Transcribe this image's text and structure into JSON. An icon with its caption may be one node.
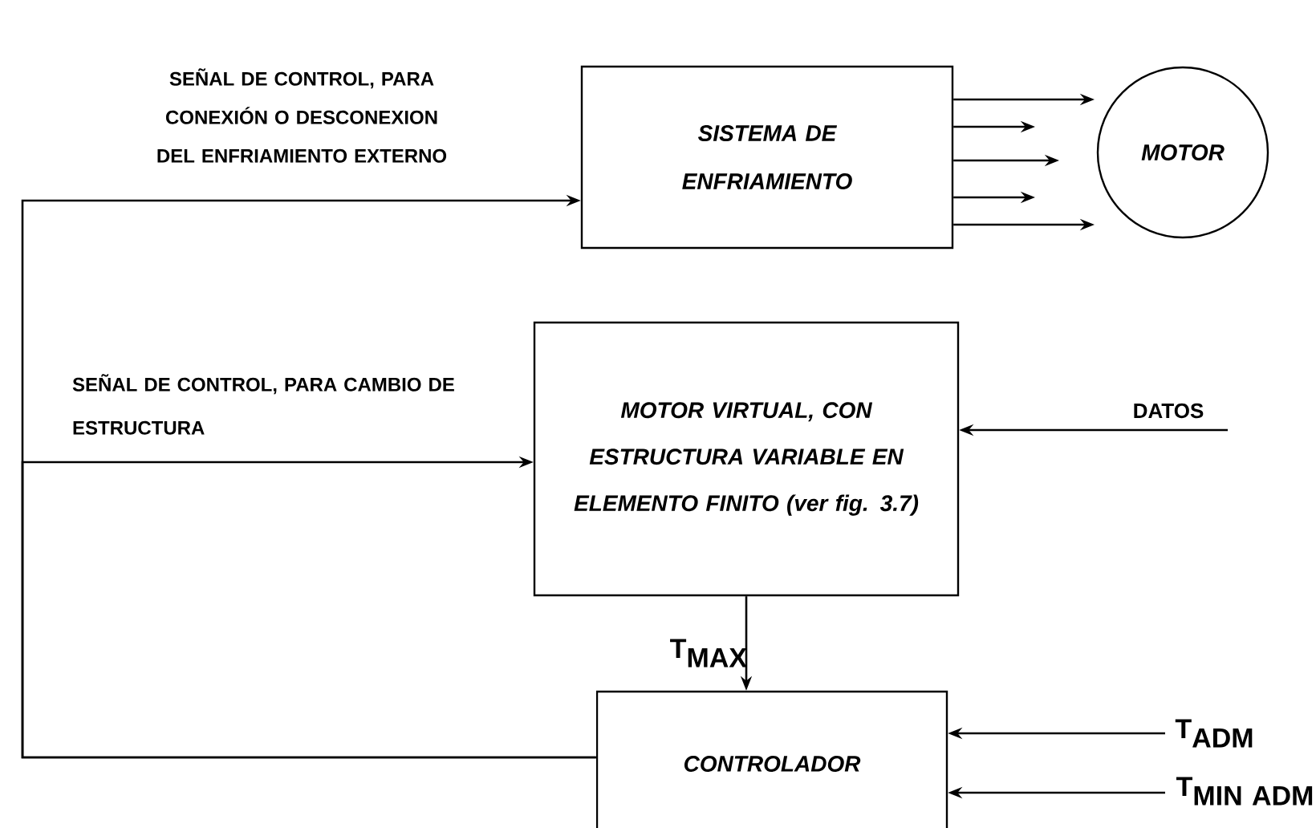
{
  "diagram": {
    "nodes": [
      {
        "text": [
          "SISTEMA DE ENFRIAMIENTO"
        ]
      },
      {
        "text": [
          "MOTOR"
        ]
      },
      {
        "text": [
          "MOTOR VIRTUAL, CON ESTRUCTURA VARIABLE EN ELEMENTO FINITO (ver fig. 3.7)"
        ]
      },
      {
        "text": [
          "DATOS"
        ]
      },
      {
        "text": [
          "CONTROLADOR"
        ]
      },
      {
        "text": [
          "\\textbf{T}_{\\textbf{ADM}}"
        ]
      },
      {
        "text": [
          "\\textbf{T}_{\\textbf{MIN ADM}}"
        ]
      }
    ],
    "edges": [
      {
        "from": 0,
        "to": 1,
        "arrow": "to"
      },
      {
        "from": 0,
        "to": 1,
        "arrow": "to"
      },
      {
        "from": 0,
        "to": 1,
        "arrow": "to"
      },
      {
        "from": 0,
        "to": 1,
        "arrow": "to"
      },
      {
        "from": 0,
        "to": 1,
        "arrow": "to"
      },
      {
        "from": 3,
        "to": 2,
        "arrow": "to"
      },
      {
        "from": 2,
        "to": 4,
        "arrow": "to",
        "label": "\\textbf{T}_{\\textbf{MAX}}"
      },
      {
        "from": 5,
        "to": 4,
        "arrow": "to"
      },
      {
        "from": 6,
        "to": 4,
        "arrow": "to"
      },
      {
        "from": 4,
        "to": 0,
        "arrow": "to",
        "label": "SEÑAL DE CONTROL, PARA CONEXIÓN O DESCONEXION DEL ENFRIAMIENTO EXTERNO"
      },
      {
        "from": 4,
        "to": 2,
        "arrow": "to",
        "label": "SEÑAL DE CONTROL, PARA CAMBIO DE ESTRUCTURA"
      }
    ]
  }
}
